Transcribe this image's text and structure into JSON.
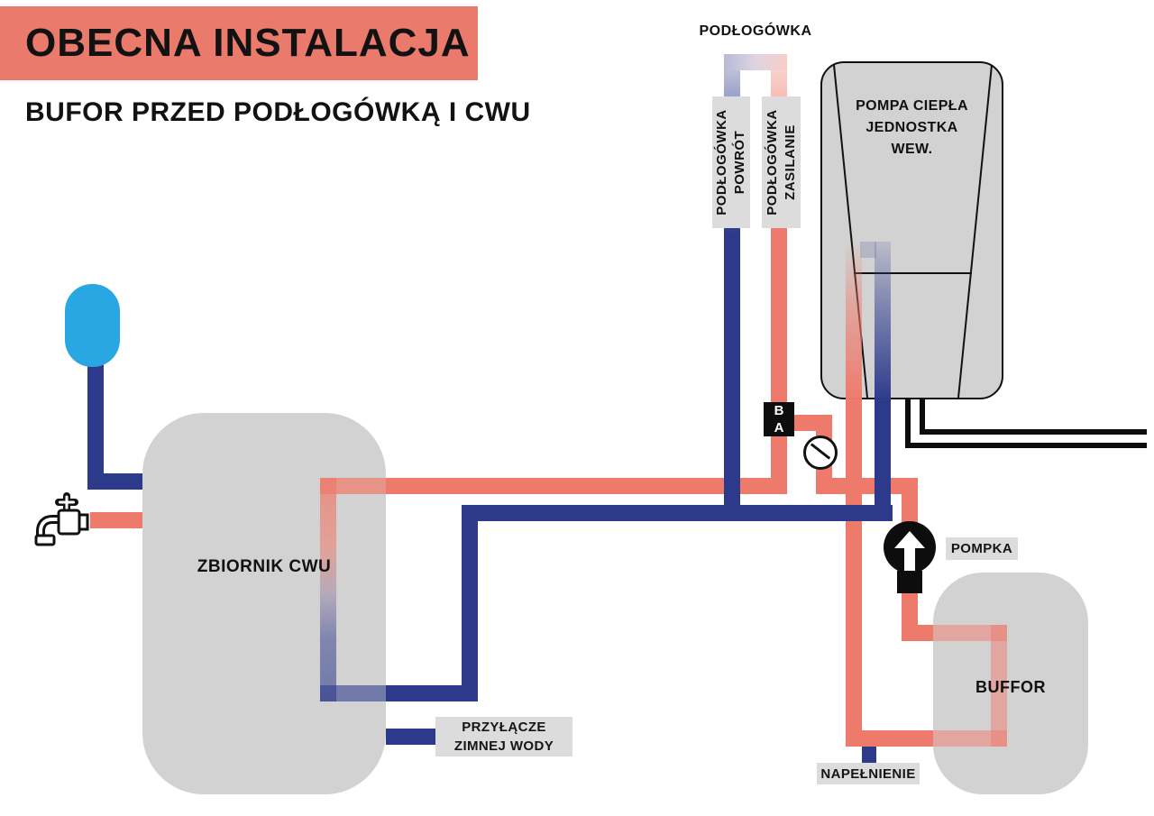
{
  "title_banner": {
    "text": "OBECNA INSTALACJA",
    "bg_color": "#E97A6C"
  },
  "subtitle": "BUFOR PRZED PODŁOGÓWKĄ I CWU",
  "floor_heating": {
    "header": "PODŁOGÓWKA",
    "return_label": {
      "line1": "PODŁOGÓWKA",
      "line2": "POWRÓT"
    },
    "supply_label": {
      "line1": "PODŁOGÓWKA",
      "line2": "ZASILANIE"
    }
  },
  "heat_pump": {
    "label": {
      "line1": "POMPA CIEPŁA",
      "line2": "JEDNOSTKA",
      "line3": "WEW."
    }
  },
  "valve": {
    "port_top": "B",
    "port_bottom": "A"
  },
  "pump": {
    "label": "POMPKA"
  },
  "buffer": {
    "label": "BUFFOR"
  },
  "cwu_tank": {
    "label": "ZBIORNIK CWU"
  },
  "fill_connection": {
    "label": "NAPEŁNIENIE"
  },
  "cold_water_connection": {
    "line1": "PRZYŁĄCZE",
    "line2": "ZIMNEJ WODY"
  },
  "palette": {
    "hot_pipe": "#EE7A6B",
    "cold_pipe": "#2D3A8C",
    "expansion_vessel": "#29A7E2",
    "equipment_gray": "#D2D2D2",
    "label_gray": "#DCDCDC",
    "line_black": "#111111"
  }
}
